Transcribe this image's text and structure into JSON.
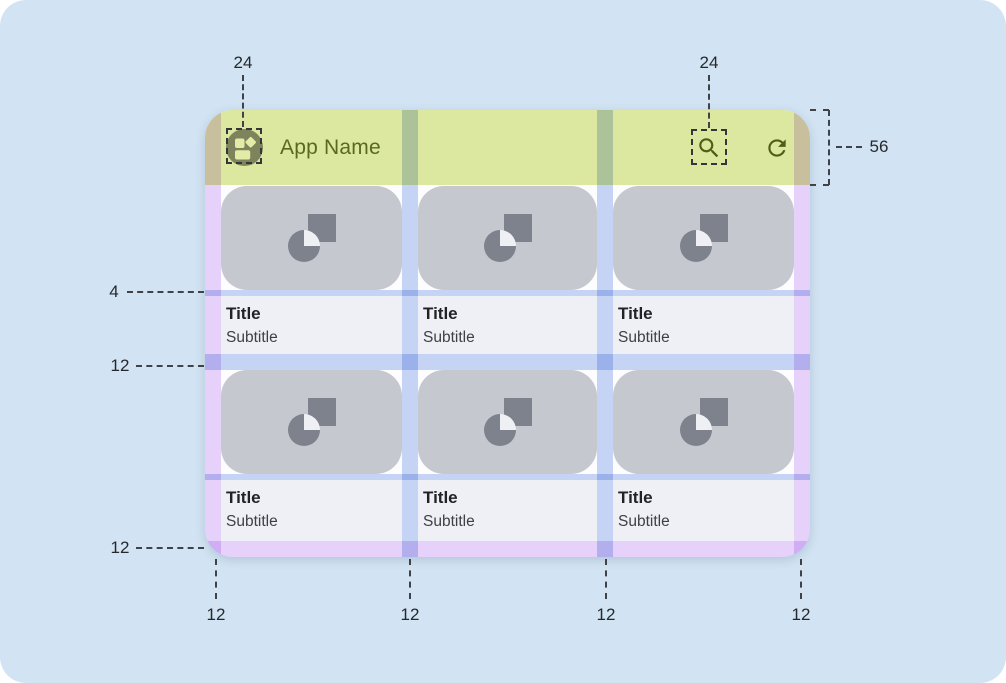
{
  "app_bar": {
    "title": "App Name",
    "leading_icon": "app-logo-icon",
    "action_icons": [
      "search-icon",
      "refresh-icon"
    ]
  },
  "cards": [
    {
      "title": "Title",
      "subtitle": "Subtitle"
    },
    {
      "title": "Title",
      "subtitle": "Subtitle"
    },
    {
      "title": "Title",
      "subtitle": "Subtitle"
    },
    {
      "title": "Title",
      "subtitle": "Subtitle"
    },
    {
      "title": "Title",
      "subtitle": "Subtitle"
    },
    {
      "title": "Title",
      "subtitle": "Subtitle"
    }
  ],
  "annotations": {
    "leading_icon_size": "24",
    "trailing_icon_size": "24",
    "appbar_height": "56",
    "image_text_gap": "4",
    "row_gap": "12",
    "bottom_margin": "12",
    "bottom_edges": [
      "12",
      "12",
      "12",
      "12"
    ]
  },
  "colors": {
    "background": "#d2e4f3",
    "appbar": "#dce7a0",
    "accent_text": "#59691e",
    "icon_olive": "#4e5e16",
    "card_image": "#c5c8ce",
    "margin_overlay": "#e8d3fa",
    "gutter_overlay": "#c7d6f4"
  }
}
